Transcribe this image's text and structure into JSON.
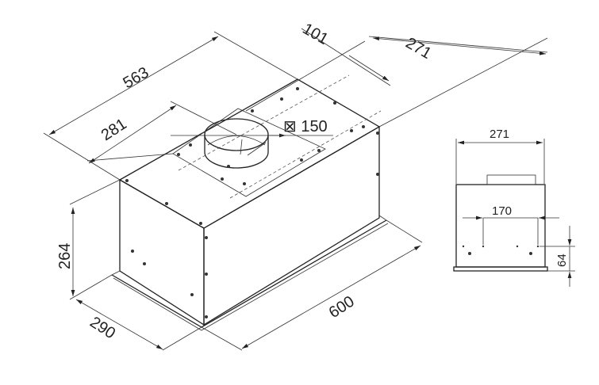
{
  "drawing": {
    "iso_view": {
      "dim_length_top": "563",
      "dim_half_length": "281",
      "dim_offset": "101",
      "dim_depth_top": "271",
      "dim_duct": "⊠ 150",
      "dim_height": "264",
      "dim_depth_bottom": "290",
      "dim_length_bottom": "600"
    },
    "side_view": {
      "dim_width": "271",
      "dim_hole_spacing": "170",
      "dim_hole_height": "64"
    },
    "line_color": "#222222"
  }
}
